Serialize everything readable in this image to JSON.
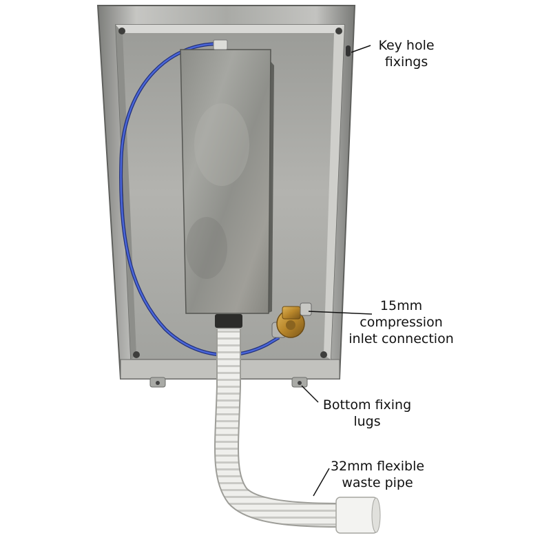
{
  "labels": {
    "key_hole": {
      "line1": "Key hole",
      "line2": "fixings"
    },
    "inlet": {
      "line1": "15mm",
      "line2": "compression",
      "line3": "inlet connection"
    },
    "lugs": {
      "line1": "Bottom fixing",
      "line2": "lugs"
    },
    "waste": {
      "line1": "32mm flexible",
      "line2": "waste pipe"
    }
  },
  "colors": {
    "steel_light": "#c9c9c6",
    "steel_dark": "#8e8f8c",
    "hose_blue": "#3a55c8",
    "brass": "#c09235",
    "pipe_white": "#ececea",
    "leader": "#111111"
  }
}
